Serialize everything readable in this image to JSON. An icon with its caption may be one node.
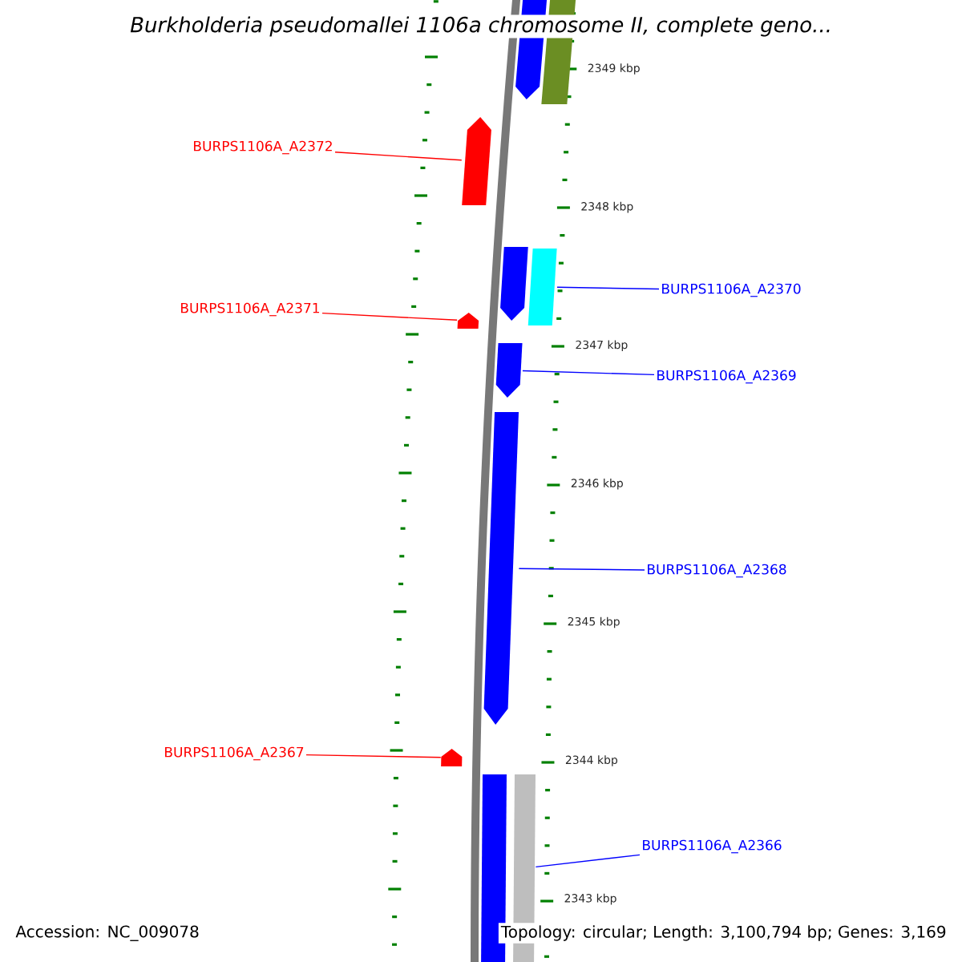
{
  "diagram": {
    "title": "Burkholderia pseudomallei 1106a chromosome II, complete geno...",
    "nodes": [
      {
        "text": [
          "BURPS1106A_A2372"
        ]
      },
      {
        "text": [
          "BURPS1106A_A2371"
        ]
      },
      {
        "text": [
          "BURPS1106A_A2370"
        ]
      },
      {
        "text": [
          "BURPS1106A_A2369"
        ]
      },
      {
        "text": [
          "BURPS1106A_A2368"
        ]
      },
      {
        "text": [
          "BURPS1106A_A2367"
        ]
      },
      {
        "text": [
          "BURPS1106A_A2366"
        ]
      },
      {
        "text": [],
        "shape": "arrow"
      },
      {
        "text": [],
        "shape": "arrow"
      },
      {
        "text": [],
        "shape": "box"
      },
      {
        "text": [],
        "shape": "arrow"
      },
      {
        "text": [],
        "shape": "arrow"
      },
      {
        "text": [],
        "shape": "arrow"
      },
      {
        "text": [],
        "shape": "box"
      },
      {
        "text": [],
        "shape": "arrow"
      },
      {
        "text": [],
        "shape": "box"
      },
      {
        "text": [],
        "shape": "arrow"
      },
      {
        "text": [],
        "shape": "box"
      }
    ],
    "edges": [
      {
        "from": 0,
        "to": 7,
        "arrow": "none",
        "color": "#ff0000"
      },
      {
        "from": 1,
        "to": 8,
        "arrow": "none",
        "color": "#ff0000"
      },
      {
        "from": 2,
        "to": 9,
        "arrow": "none"
      },
      {
        "from": 3,
        "to": 10,
        "arrow": "none"
      },
      {
        "from": 4,
        "to": 11,
        "arrow": "none"
      },
      {
        "from": 5,
        "to": 12,
        "arrow": "none",
        "color": "#ff0000"
      },
      {
        "from": 6,
        "to": 13,
        "arrow": "none"
      }
    ],
    "labels": [
      "2349 kbp",
      "2348 kbp",
      "2347 kbp",
      "2346 kbp",
      "2345 kbp",
      "2344 kbp",
      "2343 kbp",
      "Accession: NC_009078",
      "Topology: circular; Length: 3,100,794 bp; Genes: 3,169"
    ]
  }
}
